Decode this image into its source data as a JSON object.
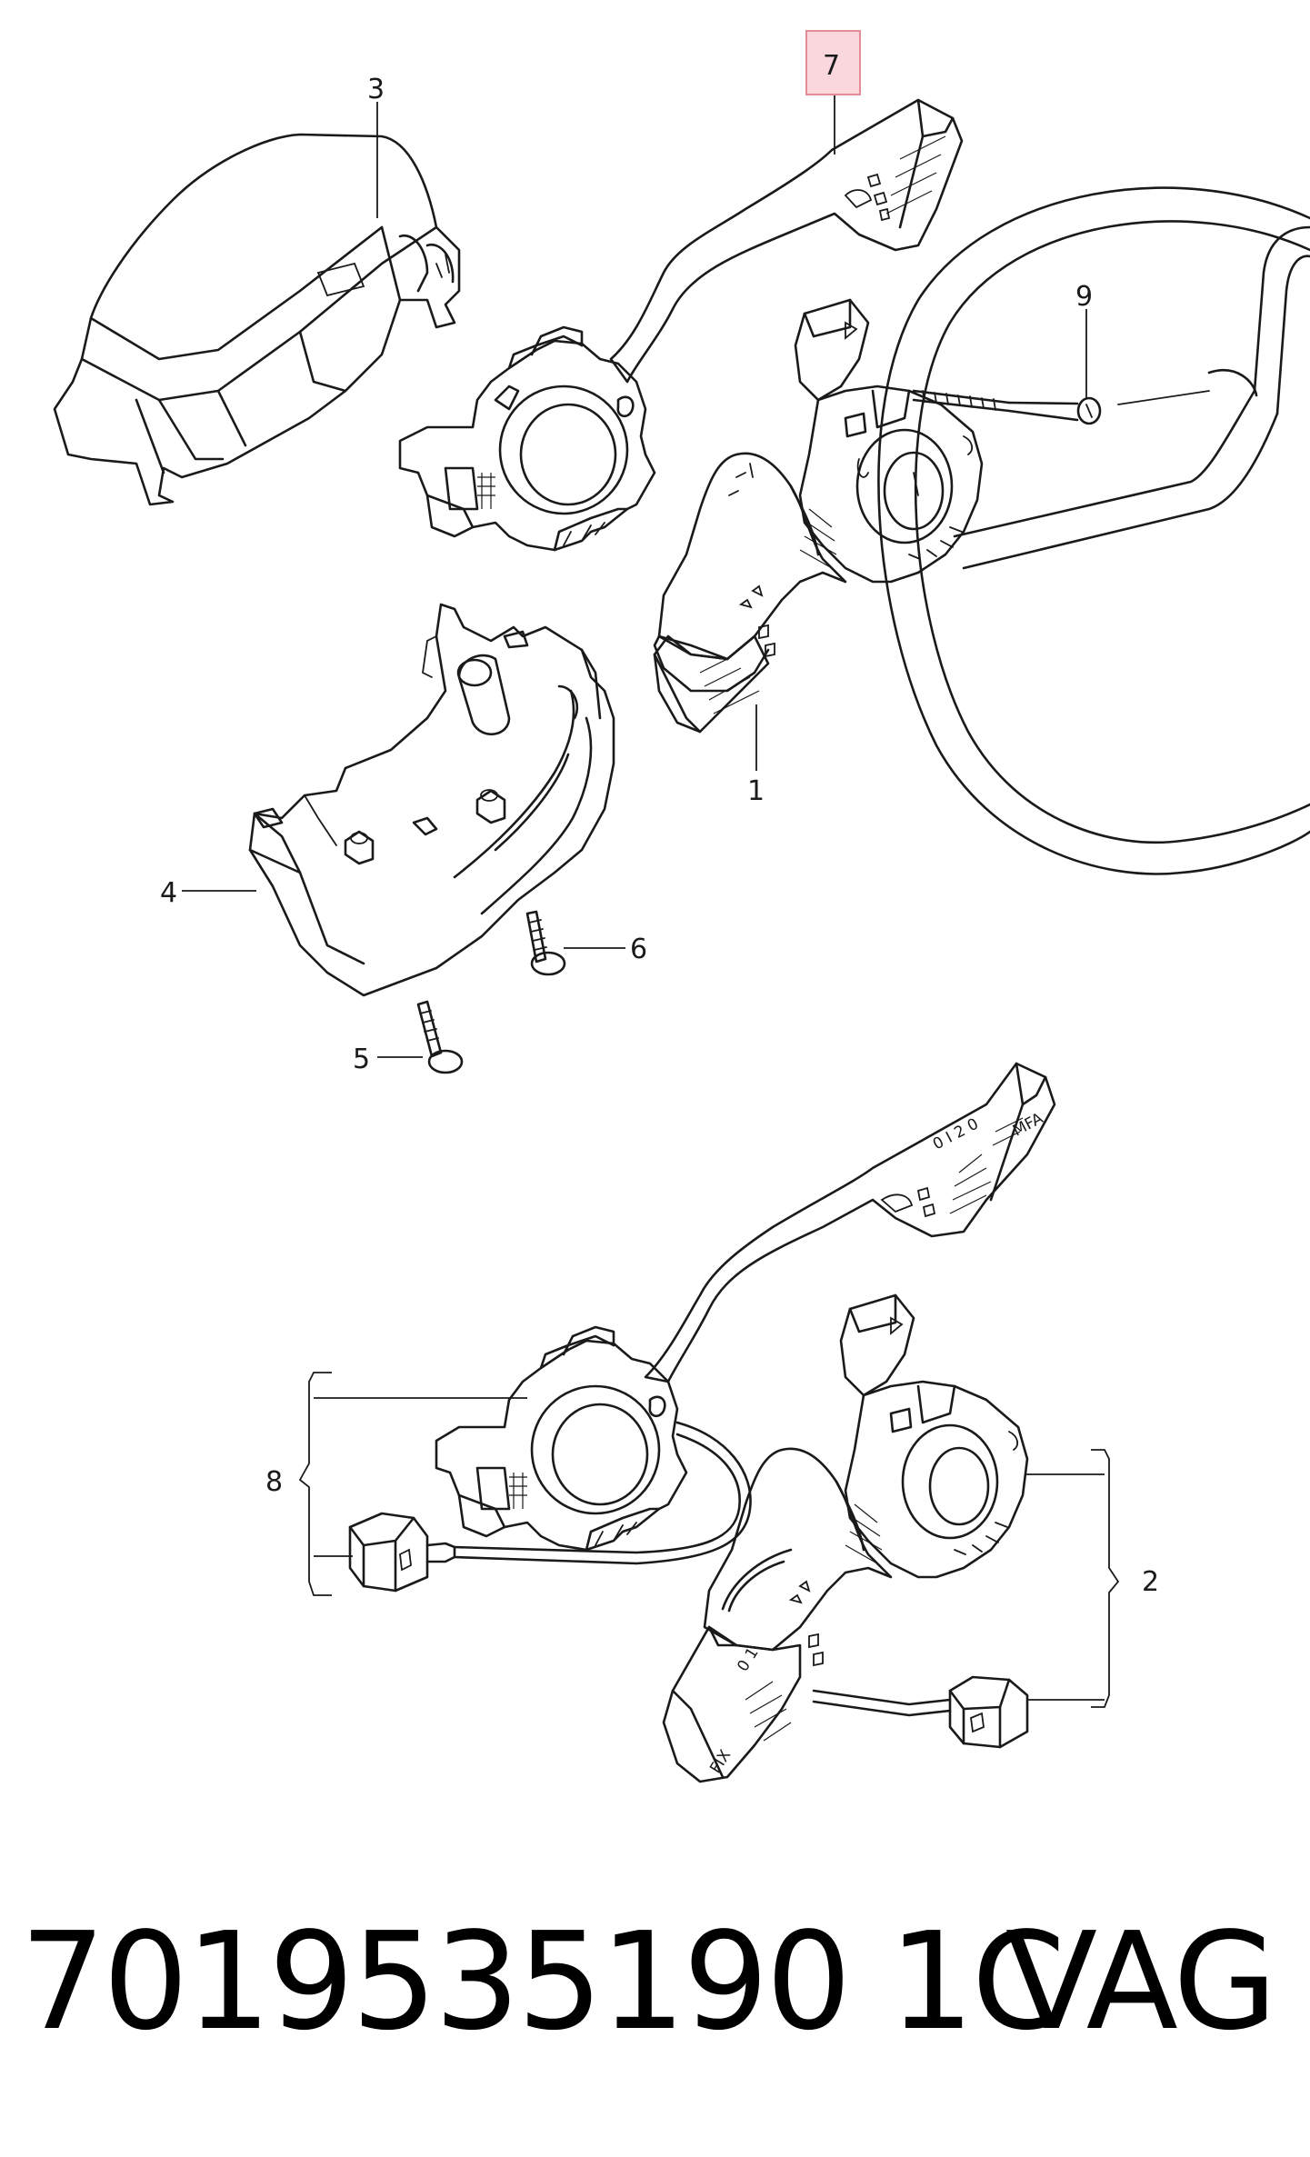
{
  "callouts": {
    "c1": "1",
    "c2": "2",
    "c3": "3",
    "c4": "4",
    "c5": "5",
    "c6": "6",
    "c7": "7",
    "c8": "8",
    "c9": "9"
  },
  "highlighted_callout": "7",
  "lever_markings": {
    "wiper_positions": "0 I 2 0",
    "mfa": "MFA",
    "fix": "FIX",
    "lower_positions": "0 1"
  },
  "footer": {
    "part_number": "7019535190 1C",
    "brand": "VAG"
  },
  "colors": {
    "line_art": "#1a1a1a",
    "highlight_fill": "#f9d7dc",
    "highlight_border": "#e58b98"
  }
}
